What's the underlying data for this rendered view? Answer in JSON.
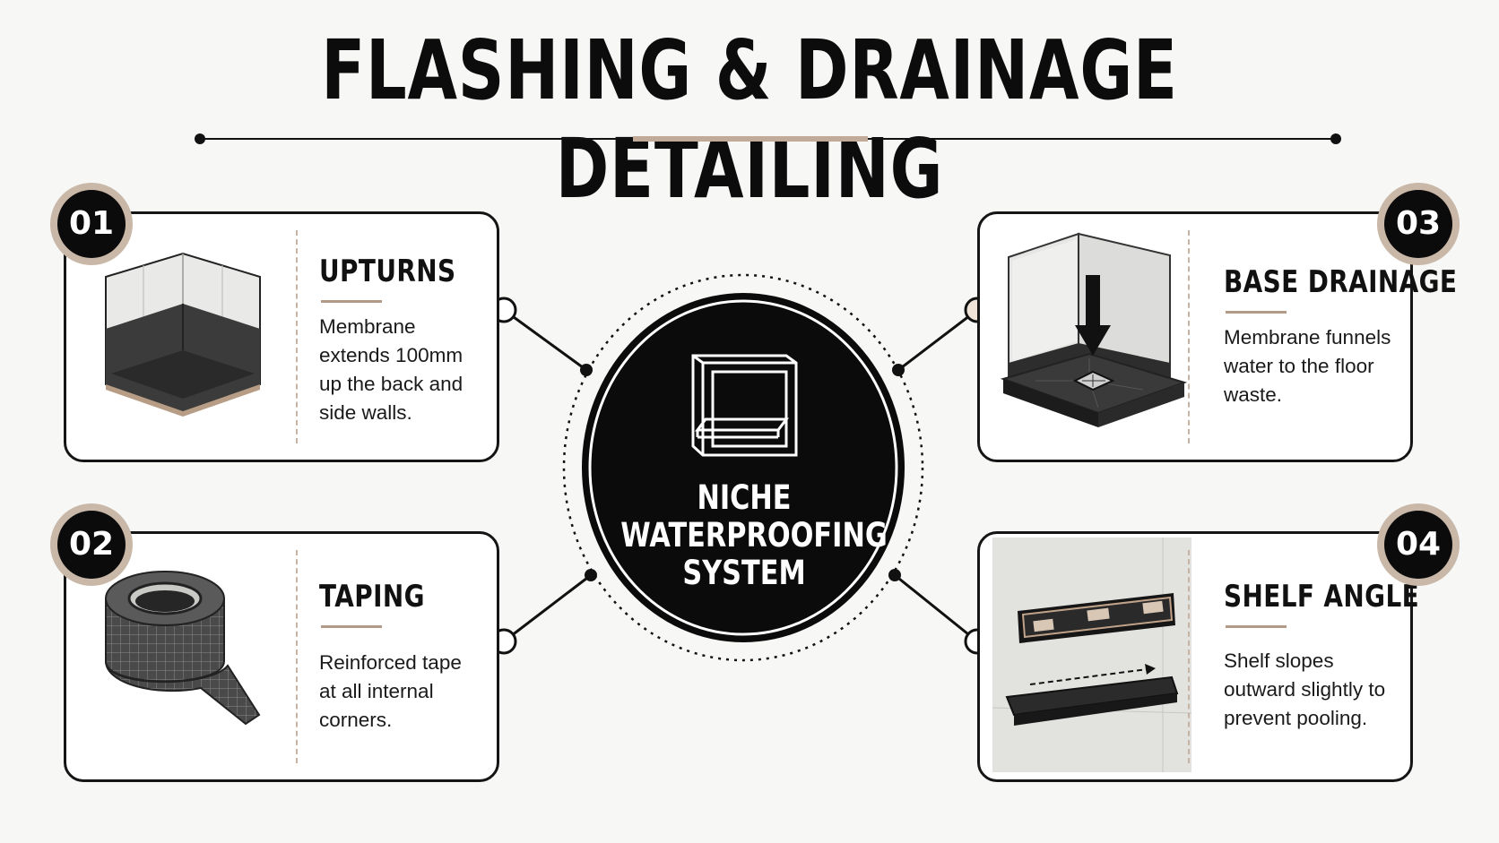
{
  "title": "FLASHING & DRAINAGE DETAILING",
  "center": {
    "lines": [
      "NICHE",
      "WATERPROOFING",
      "SYSTEM"
    ]
  },
  "cards": [
    {
      "number": "01",
      "title": "UPTURNS",
      "description": "Membrane extends 100mm up the back and side walls.",
      "illustration": "corner-upturn-icon"
    },
    {
      "number": "02",
      "title": "TAPING",
      "description": "Reinforced tape at all internal corners.",
      "illustration": "tape-roll-icon"
    },
    {
      "number": "03",
      "title": "BASE DRAINAGE",
      "description": "Membrane funnels water to the floor waste.",
      "illustration": "floor-drain-icon"
    },
    {
      "number": "04",
      "title": "SHELF ANGLE",
      "description": "Shelf slopes outward slightly to prevent pooling.",
      "illustration": "spirit-level-shelf-icon"
    }
  ],
  "colors": {
    "accent": "#c9b8a8",
    "dark": "#0b0b0b",
    "divider": "#c7b3a3",
    "background": "#f7f7f6"
  }
}
